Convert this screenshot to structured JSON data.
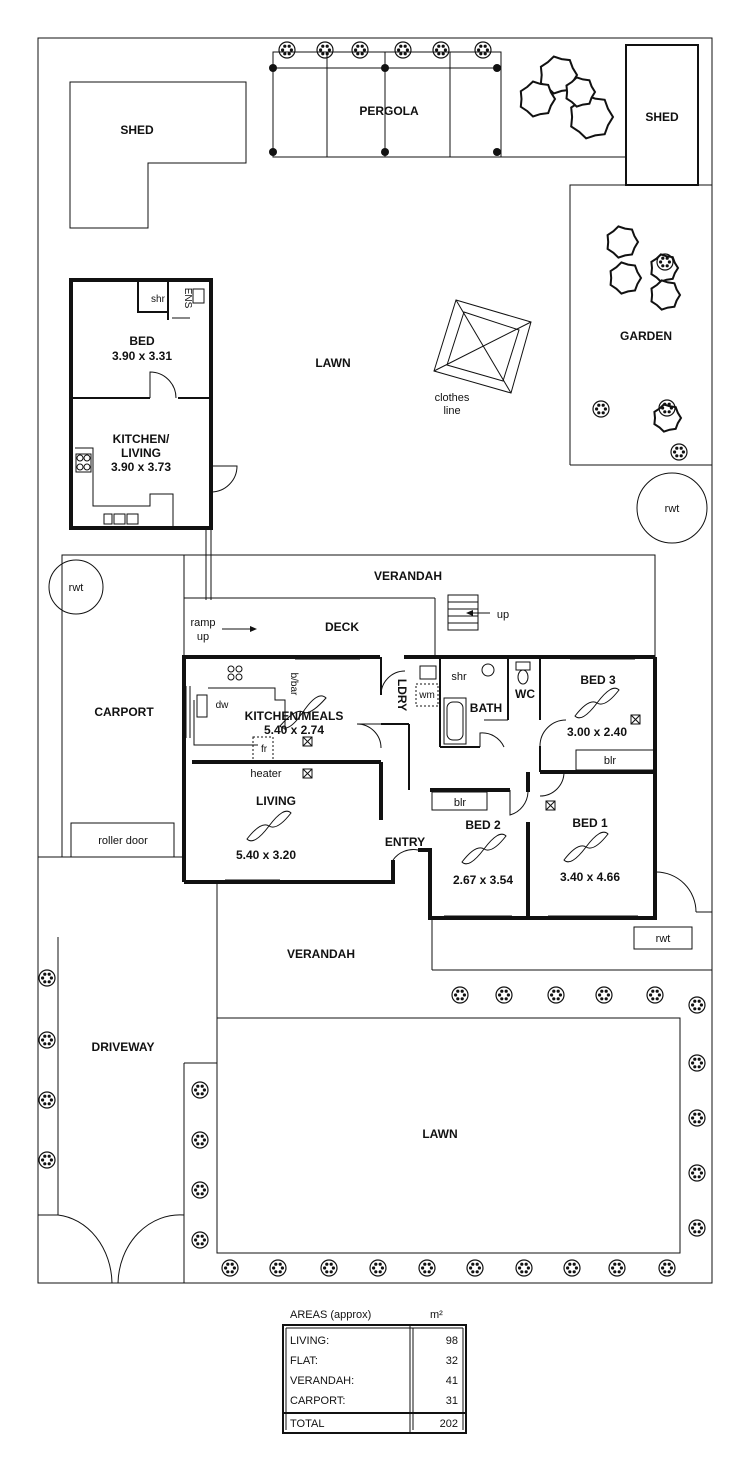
{
  "labels": {
    "shed_left": "SHED",
    "pergola": "PERGOLA",
    "shed_right": "SHED",
    "lawn_back": "LAWN",
    "garden": "GARDEN",
    "clothes_line_1": "clothes",
    "clothes_line_2": "line",
    "flat_shr": "shr",
    "flat_ens": "ENS",
    "flat_bed": "BED",
    "flat_bed_size": "3.90 x 3.31",
    "flat_kitchen_1": "KITCHEN/",
    "flat_kitchen_2": "LIVING",
    "flat_kitchen_size": "3.90 x 3.73",
    "rwt_right": "rwt",
    "rwt_left": "rwt",
    "rwt_bottom": "rwt",
    "verandah_back": "VERANDAH",
    "deck": "DECK",
    "ramp_1": "ramp",
    "ramp_2": "up",
    "stairs_up": "up",
    "carport": "CARPORT",
    "roller_door": "roller door",
    "dw": "dw",
    "bbar": "b/bar",
    "kitchen_meals": "KITCHEN/MEALS",
    "kitchen_meals_size": "5.40 x 2.74",
    "fr": "fr",
    "heater": "heater",
    "ldry": "LDRY",
    "wm": "wm",
    "shr_main": "shr",
    "bath": "BATH",
    "wc": "WC",
    "bed3": "BED 3",
    "bed3_size": "3.00 x 2.40",
    "blr_bed1": "blr",
    "living": "LIVING",
    "living_size": "5.40 x 3.20",
    "blr_bed2": "blr",
    "bed2": "BED 2",
    "bed2_size": "2.67 x 3.54",
    "bed1": "BED 1",
    "bed1_size": "3.40 x 4.66",
    "entry": "ENTRY",
    "verandah_front": "VERANDAH",
    "driveway": "DRIVEWAY",
    "lawn_front": "LAWN"
  },
  "areas": {
    "header": "AREAS (approx)",
    "unit": "m²",
    "rows": [
      {
        "label": "LIVING:",
        "value": "98"
      },
      {
        "label": "FLAT:",
        "value": "32"
      },
      {
        "label": "VERANDAH:",
        "value": "41"
      },
      {
        "label": "CARPORT:",
        "value": "31"
      }
    ],
    "total_label": "TOTAL",
    "total_value": "202"
  }
}
